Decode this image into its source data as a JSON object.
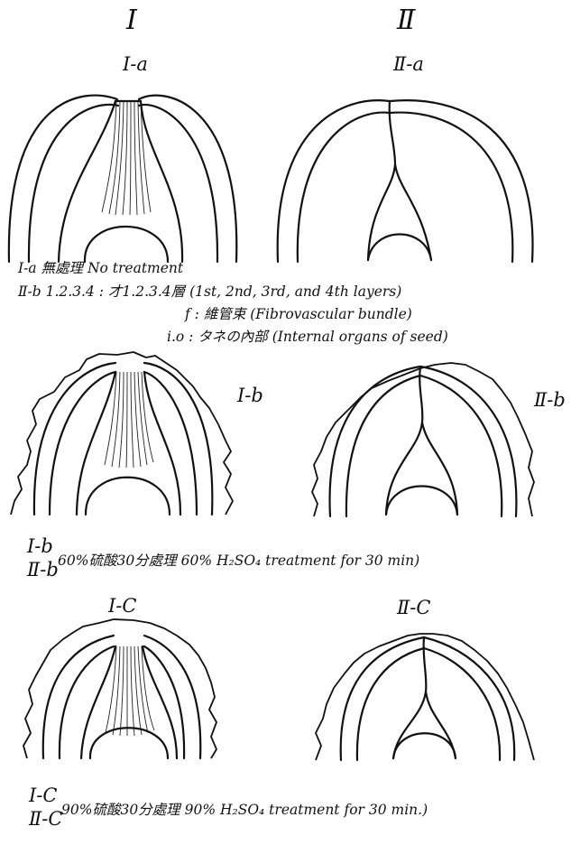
{
  "columns": {
    "left": "I",
    "right": "Ⅱ"
  },
  "panels": {
    "Ia": "I-a",
    "IIa": "Ⅱ-a",
    "Ib": "I-b",
    "IIb": "Ⅱ-b",
    "Ic": "I-C",
    "IIc": "Ⅱ-C"
  },
  "legend": {
    "line1": "I-a 無處理 No treatment",
    "line2": "Ⅱ-b 1.2.3.4 : 才1.2.3.4層 (1st, 2nd, 3rd, and 4th layers)",
    "line3": "f : 維管束 (Fibrovascular bundle)",
    "line4": "i.o : タネの內部 (Internal organs of seed)"
  },
  "caption_b": {
    "label1": "I-b",
    "label2": "Ⅱ-b",
    "text": "60%硫酸30分處理 60% H₂SO₄ treatment for 30 min)"
  },
  "caption_c": {
    "label1": "I-C",
    "label2": "Ⅱ-C",
    "text": "90%硫酸30分處理 90% H₂SO₄ treatment for 30 min.)"
  }
}
